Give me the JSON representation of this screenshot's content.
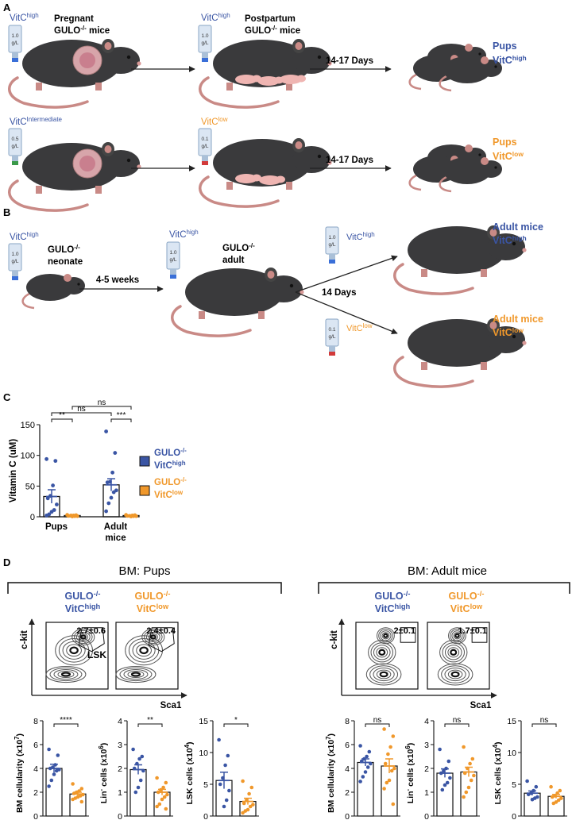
{
  "colors": {
    "high": "#3a55a4",
    "low": "#f0982b",
    "mouse": "#3a3a3c",
    "tail": "#c98a86",
    "pup": "#efb5b2",
    "gray": "#333333"
  },
  "panelA": {
    "label": "A",
    "row1": {
      "bottle1": {
        "line1": "1.0",
        "line2": "g/L",
        "cap": "#3a6fd8"
      },
      "vitc1": {
        "main": "VitC",
        "sup": "high"
      },
      "desc1": {
        "line1": "Pregnant",
        "line2_main": "GULO",
        "line2_sup": "-/-",
        "line2_end": " mice"
      },
      "bottle2": {
        "line1": "1.0",
        "line2": "g/L",
        "cap": "#3a6fd8"
      },
      "vitc2": {
        "main": "VitC",
        "sup": "high"
      },
      "desc2": {
        "line1": "Postpartum",
        "line2_main": "GULO",
        "line2_sup": "-/-",
        "line2_end": " mice"
      },
      "days": "14-17 Days",
      "result": {
        "line1": "Pups",
        "line2_main": "VitC",
        "line2_sup": "high"
      }
    },
    "row2": {
      "bottle1": {
        "line1": "0.5",
        "line2": "g/L",
        "cap": "#3a9a4a"
      },
      "vitc1": {
        "main": "VitC",
        "sup": "Intermediate"
      },
      "bottle2": {
        "line1": "0.1",
        "line2": "g/L",
        "cap": "#d23a3a"
      },
      "vitc2": {
        "main": "VitC",
        "sup": "low"
      },
      "days": "14-17 Days",
      "result": {
        "line1": "Pups",
        "line2_main": "VitC",
        "line2_sup": "low"
      }
    }
  },
  "panelB": {
    "label": "B",
    "vitc1": {
      "main": "VitC",
      "sup": "high"
    },
    "bottle1": {
      "line1": "1.0",
      "line2": "g/L"
    },
    "neonate": {
      "line1_main": "GULO",
      "line1_sup": "-/-",
      "line2": "neonate"
    },
    "weeks": "4-5 weeks",
    "vitc2": {
      "main": "VitC",
      "sup": "high"
    },
    "bottle2": {
      "line1": "1.0",
      "line2": "g/L"
    },
    "adult": {
      "line1_main": "GULO",
      "line1_sup": "-/-",
      "line2": "adult"
    },
    "days": "14 Days",
    "bottle3": {
      "line1": "1.0",
      "line2": "g/L"
    },
    "branch_high": {
      "main": "VitC",
      "sup": "high"
    },
    "bottle4": {
      "line1": "0.1",
      "line2": "g/L"
    },
    "branch_low": {
      "main": "VitC",
      "sup": "low"
    },
    "result_high": {
      "line1": "Adult mice",
      "line2_main": "VitC",
      "line2_sup": "high"
    },
    "result_low": {
      "line1": "Adult mice",
      "line2_main": "VitC",
      "line2_sup": "low"
    }
  },
  "panelC": {
    "label": "C"
  },
  "panelD": {
    "label": "D",
    "pups_title": "BM: Pups",
    "adult_title": "BM: Adult mice",
    "gulo": "GULO",
    "gulo_sup": "-/-",
    "vitc": "VitC",
    "high_sup": "high",
    "low_sup": "low",
    "flow_y": "c-kit",
    "flow_x": "Sca1",
    "lsk_label": "LSK",
    "gates": [
      "2.7±0.6",
      "2.4±0.4",
      "2±0.1",
      "1.7±0.1"
    ]
  },
  "chart_data": [
    {
      "id": "vitc",
      "type": "bar",
      "ylabel": "Vitamin C (uM)",
      "ylim": [
        0,
        150
      ],
      "yticks": [
        0,
        50,
        100,
        150
      ],
      "categories": [
        "Pups",
        "Adult mice"
      ],
      "category_lines": [
        [
          "Pups"
        ],
        [
          "Adult",
          "mice"
        ]
      ],
      "legend": {
        "title": "GULO",
        "title_sup": "-/-",
        "high_main": "VitC",
        "high_sup": "high",
        "low_main": "VitC",
        "low_sup": "low"
      },
      "series": [
        {
          "name": "GULO-/- VitC high",
          "color": "#3a55a4",
          "means": [
            33,
            52
          ],
          "sem": [
            11,
            10
          ],
          "points": [
            [
              94,
              91,
              51,
              34,
              30,
              20,
              11,
              8,
              4,
              2
            ],
            [
              139,
              104,
              72,
              57,
              56,
              43,
              40,
              31,
              22,
              9
            ]
          ]
        },
        {
          "name": "GULO-/- VitC low",
          "color": "#f0982b",
          "means": [
            2,
            2
          ],
          "sem": [
            0.6,
            0.5
          ],
          "points": [
            [
              3,
              2.5,
              2,
              2,
              1.5,
              1,
              1,
              0.5
            ],
            [
              3,
              2.5,
              2,
              1.5,
              1.5,
              1,
              1,
              0.5
            ]
          ]
        }
      ],
      "significance": [
        {
          "text": "**",
          "pair": [
            "Pups high",
            "Pups low"
          ]
        },
        {
          "text": "***",
          "pair": [
            "Adult high",
            "Adult low"
          ]
        },
        {
          "text": "ns",
          "pair": [
            "Pups high",
            "Adult high"
          ]
        },
        {
          "text": "ns",
          "pair": [
            "Pups low",
            "Adult low"
          ]
        }
      ]
    },
    {
      "id": "p_bm",
      "type": "bar",
      "ylabel_main": "BM cellularity (x10",
      "ylabel_sup": "7",
      "ylabel_end": ")",
      "ylim": [
        0,
        8
      ],
      "yticks": [
        0,
        2,
        4,
        6,
        8
      ],
      "series": [
        {
          "name": "high",
          "color": "#3a55a4",
          "mean": 4.0,
          "sem": 0.35,
          "points": [
            5.6,
            5.1,
            4.3,
            4.1,
            4.0,
            3.9,
            3.8,
            3.5,
            3.0,
            2.5
          ]
        },
        {
          "name": "low",
          "color": "#f0982b",
          "mean": 1.85,
          "sem": 0.15,
          "points": [
            2.7,
            2.3,
            2.1,
            2.0,
            1.9,
            1.8,
            1.7,
            1.6,
            1.5,
            1.4,
            1.2
          ]
        }
      ],
      "sig": "****"
    },
    {
      "id": "p_lin",
      "type": "bar",
      "ylabel_main": "Lin",
      "ylabel_sup": "-",
      "ylabel_end": " cells (x10",
      "ylabel_sup2": "6",
      "ylabel_end2": ")",
      "ylim": [
        0,
        4
      ],
      "yticks": [
        0,
        1,
        2,
        3,
        4
      ],
      "series": [
        {
          "name": "high",
          "color": "#3a55a4",
          "mean": 1.95,
          "sem": 0.2,
          "points": [
            2.8,
            2.5,
            2.4,
            2.2,
            2.0,
            1.9,
            1.5,
            1.2,
            1.0
          ]
        },
        {
          "name": "low",
          "color": "#f0982b",
          "mean": 1.0,
          "sem": 0.12,
          "points": [
            1.6,
            1.4,
            1.2,
            1.1,
            1.0,
            0.9,
            0.8,
            0.7,
            0.5,
            0.4,
            0.3
          ]
        }
      ],
      "sig": "**"
    },
    {
      "id": "p_lsk",
      "type": "bar",
      "ylabel_main": "LSK cells (x10",
      "ylabel_sup": "4",
      "ylabel_end": ")",
      "ylim": [
        0,
        15
      ],
      "yticks": [
        0,
        5,
        10,
        15
      ],
      "series": [
        {
          "name": "high",
          "color": "#3a55a4",
          "mean": 5.6,
          "sem": 1.3,
          "points": [
            12,
            9.5,
            8,
            6,
            5,
            4,
            2.5,
            1.5
          ]
        },
        {
          "name": "low",
          "color": "#f0982b",
          "mean": 2.3,
          "sem": 0.5,
          "points": [
            5.5,
            4.5,
            3.5,
            2.5,
            2,
            1.8,
            1.5,
            1,
            0.8,
            0.5
          ]
        }
      ],
      "sig": "*"
    },
    {
      "id": "a_bm",
      "type": "bar",
      "ylabel_main": "BM cellularity (x10",
      "ylabel_sup": "7",
      "ylabel_end": ")",
      "ylim": [
        0,
        8
      ],
      "yticks": [
        0,
        2,
        4,
        6,
        8
      ],
      "series": [
        {
          "name": "high",
          "color": "#3a55a4",
          "mean": 4.5,
          "sem": 0.3,
          "points": [
            5.9,
            5.4,
            5.0,
            4.8,
            4.6,
            4.4,
            4.1,
            3.7,
            3.3,
            2.9
          ]
        },
        {
          "name": "low",
          "color": "#f0982b",
          "mean": 4.2,
          "sem": 0.6,
          "points": [
            7.3,
            6.7,
            5.8,
            5.2,
            4.4,
            4.0,
            3.8,
            3.0,
            2.8,
            2.3,
            1.0
          ]
        }
      ],
      "sig": "ns"
    },
    {
      "id": "a_lin",
      "type": "bar",
      "ylabel_main": "Lin",
      "ylabel_sup": "-",
      "ylabel_end": " cells (x10",
      "ylabel_sup2": "6",
      "ylabel_end2": ")",
      "ylim": [
        0,
        4
      ],
      "yticks": [
        0,
        1,
        2,
        3,
        4
      ],
      "series": [
        {
          "name": "high",
          "color": "#3a55a4",
          "mean": 1.8,
          "sem": 0.18,
          "points": [
            2.8,
            2.3,
            2.0,
            1.9,
            1.8,
            1.6,
            1.4,
            1.3,
            1.1
          ]
        },
        {
          "name": "low",
          "color": "#f0982b",
          "mean": 1.85,
          "sem": 0.2,
          "points": [
            2.9,
            2.4,
            2.2,
            2.0,
            1.8,
            1.7,
            1.5,
            1.2,
            1.0,
            0.8
          ]
        }
      ],
      "sig": "ns"
    },
    {
      "id": "a_lsk",
      "type": "bar",
      "ylabel_main": "LSK cells (x10",
      "ylabel_sup": "4",
      "ylabel_end": ")",
      "ylim": [
        0,
        15
      ],
      "yticks": [
        0,
        5,
        10,
        15
      ],
      "series": [
        {
          "name": "high",
          "color": "#3a55a4",
          "mean": 3.6,
          "sem": 0.35,
          "points": [
            5.5,
            4.6,
            4.0,
            3.6,
            3.4,
            3.0,
            2.8,
            2.6
          ]
        },
        {
          "name": "low",
          "color": "#f0982b",
          "mean": 3.1,
          "sem": 0.3,
          "points": [
            4.6,
            4.0,
            3.6,
            3.2,
            3.0,
            2.8,
            2.5,
            2.2,
            2.0
          ]
        }
      ],
      "sig": "ns"
    }
  ]
}
